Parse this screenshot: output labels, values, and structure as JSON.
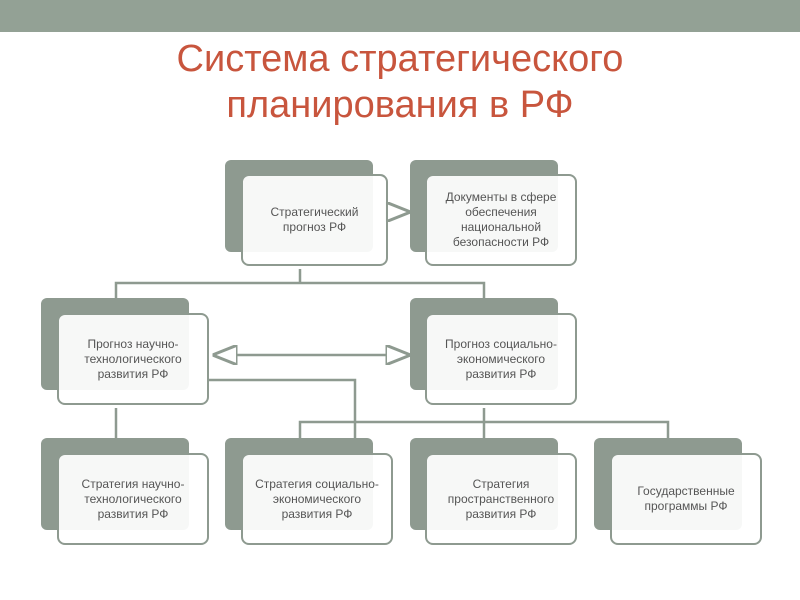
{
  "title_line1": "Система стратегического",
  "title_line2": "планирования в РФ",
  "nodes": {
    "strategic_forecast": "Стратегический прогноз РФ",
    "security_docs": "Документы в сфере обеспечения национальной безопасности РФ",
    "sci_tech_forecast": "Прогноз научно-технологического развития РФ",
    "socio_econ_forecast": "Прогноз социально-экономического развития РФ",
    "sci_tech_strategy": "Стратегия научно-технологического развития РФ",
    "socio_econ_strategy": "Стратегия социально-экономического развития РФ",
    "spatial_strategy": "Стратегия пространственного развития РФ",
    "state_programs": "Государственные программы РФ"
  },
  "colors": {
    "title": "#c8553d",
    "bar": "#93a195",
    "box": "#8e9a90"
  }
}
